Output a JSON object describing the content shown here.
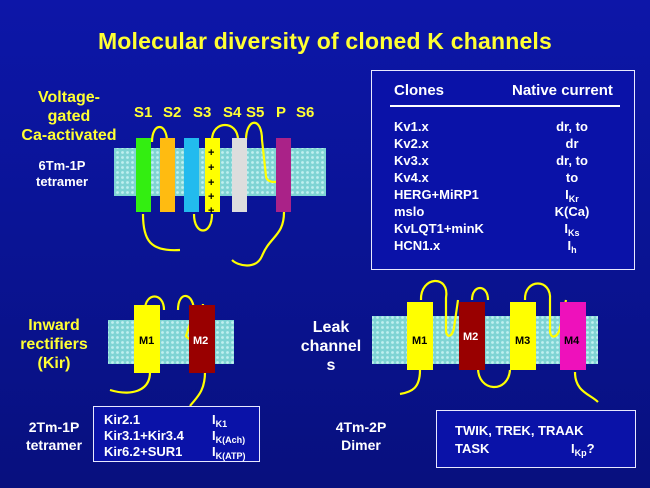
{
  "title": "Molecular diversity of cloned K channels",
  "top_channel": {
    "label_lines": [
      "Voltage-",
      "gated",
      "Ca-activated"
    ],
    "topology_lines": [
      "6Tm-1P",
      "tetramer"
    ],
    "segments": [
      "S1",
      "S2",
      "S3",
      "S4",
      "S5",
      "P",
      "S6"
    ],
    "plus_signs": [
      "+",
      "+",
      "+",
      "+",
      "+"
    ]
  },
  "clones_table": {
    "col_clones": "Clones",
    "col_native": "Native current",
    "rows": [
      {
        "clone": "Kv1.x",
        "current": "dr, to",
        "sub": ""
      },
      {
        "clone": "Kv2.x",
        "current": "dr",
        "sub": ""
      },
      {
        "clone": "Kv3.x",
        "current": "dr, to",
        "sub": ""
      },
      {
        "clone": "Kv4.x",
        "current": "to",
        "sub": ""
      },
      {
        "clone": "HERG+MiRP1",
        "current": "I",
        "sub": "Kr"
      },
      {
        "clone": "mslo",
        "current": "K(Ca)",
        "sub": ""
      },
      {
        "clone": "KvLQT1+minK",
        "current": "I",
        "sub": "Ks"
      },
      {
        "clone": "HCN1.x",
        "current": "I",
        "sub": "h"
      }
    ]
  },
  "kir": {
    "label_lines": [
      "Inward",
      "rectifiers",
      "(Kir)"
    ],
    "segments": [
      "M1",
      "M2"
    ],
    "topology_lines": [
      "2Tm-1P",
      "tetramer"
    ],
    "rows": [
      {
        "clone": "Kir2.1",
        "current": "I",
        "sub": "K1"
      },
      {
        "clone": "Kir3.1+Kir3.4",
        "current": "I",
        "sub": "K(Ach)"
      },
      {
        "clone": "Kir6.2+SUR1",
        "current": "I",
        "sub": "K(ATP)"
      }
    ]
  },
  "leak": {
    "label_lines": [
      "Leak",
      "channel",
      "s"
    ],
    "segments": [
      "M1",
      "M2",
      "M3",
      "M4"
    ],
    "topology_lines": [
      "4Tm-2P",
      "Dimer"
    ],
    "line1": "TWIK, TREK, TRAAK",
    "line2_left": "TASK",
    "line2_right_main": "I",
    "line2_right_sub": "Kp",
    "line2_right_tail": "?"
  },
  "colors": {
    "background": "#0a1496",
    "title": "#ffff33",
    "membrane": "#99dddd",
    "S1": "#33ee11",
    "S2": "#ffbb11",
    "S3": "#22bbee",
    "S4": "#ffff00",
    "S5": "#dddddd",
    "S6": "#aa2288",
    "M1": "#ffff00",
    "M2": "#990000",
    "M3": "#ffff00",
    "M4": "#ee11bb",
    "loop": "#ffff00"
  }
}
